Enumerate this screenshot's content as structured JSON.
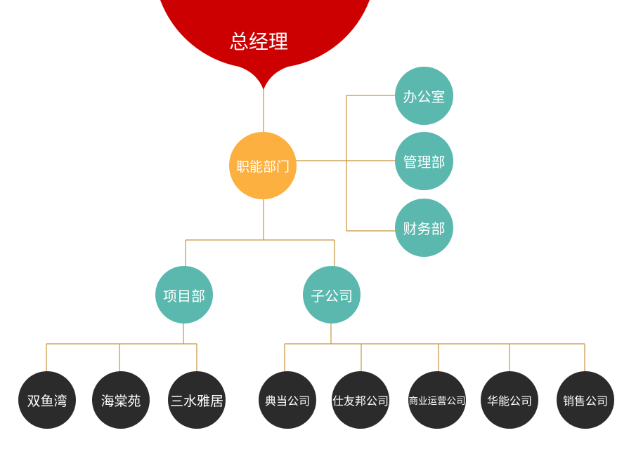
{
  "colors": {
    "root": "#cc0000",
    "functional": "#fbb040",
    "department": "#5ab8ae",
    "leaf": "#2b2b2b",
    "connector": "#c8923a"
  },
  "root": {
    "label": "总经理"
  },
  "functional_dept": {
    "label": "职能部门"
  },
  "functional_units": [
    {
      "label": "办公室"
    },
    {
      "label": "管理部"
    },
    {
      "label": "财务部"
    }
  ],
  "project_dept": {
    "label": "项目部",
    "children": [
      {
        "label": "双鱼湾"
      },
      {
        "label": "海棠苑"
      },
      {
        "label": "三水雅居"
      }
    ]
  },
  "subsidiaries": {
    "label": "子公司",
    "children": [
      {
        "label": "典当公司"
      },
      {
        "label": "仕友邦公司"
      },
      {
        "label": "商业运营公司"
      },
      {
        "label": "华能公司"
      },
      {
        "label": "销售公司"
      }
    ]
  }
}
